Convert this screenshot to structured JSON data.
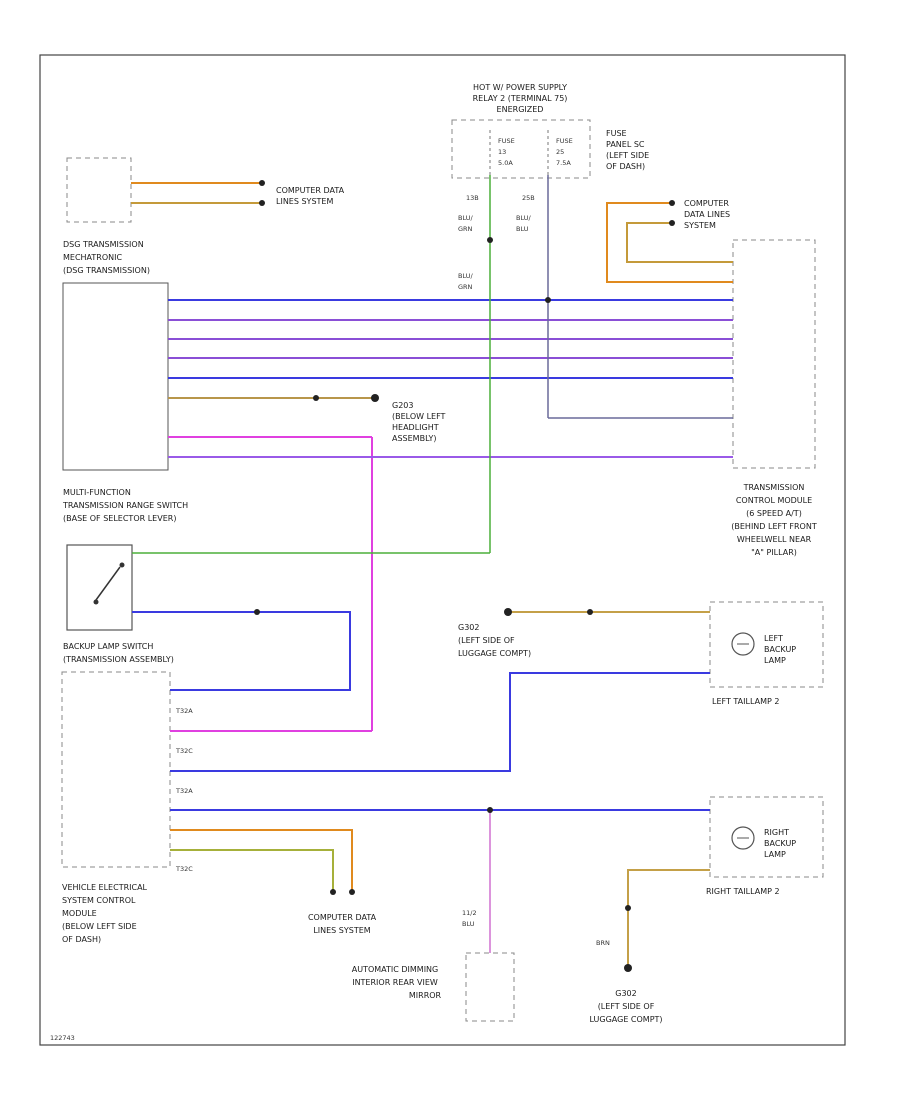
{
  "labels": {
    "power_supply": [
      "HOT W/ POWER SUPPLY",
      "RELAY 2 (TERMINAL 75)",
      "ENERGIZED"
    ],
    "fuse_a": [
      "FUSE",
      "13",
      "5.0A"
    ],
    "fuse_b": [
      "FUSE",
      "25",
      "7.5A"
    ],
    "fuse_panel": [
      "FUSE",
      "PANEL SC",
      "(LEFT SIDE",
      "OF DASH)"
    ],
    "cdls_top_left": [
      "COMPUTER DATA",
      "LINES SYSTEM"
    ],
    "cdls_top_right": [
      "COMPUTER",
      "DATA LINES",
      "SYSTEM"
    ],
    "mechatronic": [
      "DSG TRANSMISSION",
      "MECHATRONIC",
      "(DSG TRANSMISSION)"
    ],
    "ground_g1": [
      "G203",
      "(BELOW LEFT",
      "HEADLIGHT",
      "ASSEMBLY)"
    ],
    "multifunction_switch": [
      "MULTI-FUNCTION",
      "TRANSMISSION RANGE SWITCH",
      "(BASE OF SELECTOR LEVER)"
    ],
    "tcm": [
      "TRANSMISSION",
      "CONTROL MODULE",
      "(6 SPEED A/T)",
      "(BEHIND LEFT FRONT",
      "WHEELWELL NEAR",
      "\"A\" PILLAR)"
    ],
    "backup_switch": [
      "BACKUP LAMP SWITCH",
      "(TRANSMISSION ASSEMBLY)"
    ],
    "ground_g2": [
      "G302",
      "(LEFT SIDE OF",
      "LUGGAGE COMPT)"
    ],
    "left_lamp": [
      "LEFT",
      "BACKUP",
      "LAMP"
    ],
    "left_taillamp": "LEFT TAILLAMP 2",
    "right_lamp": [
      "RIGHT",
      "BACKUP",
      "LAMP"
    ],
    "right_taillamp": "RIGHT TAILLAMP 2",
    "vescm": [
      "VEHICLE ELECTRICAL",
      "SYSTEM CONTROL",
      "MODULE",
      "(BELOW LEFT SIDE",
      "OF DASH)"
    ],
    "cdls_bottom": [
      "COMPUTER DATA",
      "LINES SYSTEM"
    ],
    "mirror": [
      "AUTOMATIC DIMMING",
      "INTERIOR REAR VIEW",
      "MIRROR"
    ],
    "ground_g3": [
      "G302",
      "(LEFT SIDE OF",
      "LUGGAGE COMPT)"
    ],
    "t32a_1": "T32A",
    "t32c_1": "T32C",
    "t32a_2": "T32A",
    "t32c_2": "T32C",
    "footer": "122743"
  },
  "wires": {
    "bu_grn": [
      "BLU/",
      "GRN"
    ],
    "bu_grn_mid": [
      "BLU/",
      "GRN"
    ],
    "bu_blu": [
      "BLU/",
      "BLU"
    ],
    "c13": "13B",
    "c25": "25B",
    "mirror_wire": [
      "11/2",
      "BLU"
    ],
    "brn_vert": "BRN"
  },
  "colors": {
    "blue": "#3a3ae0",
    "purple": "#8a4fd6",
    "magenta": "#e040e0",
    "orange": "#e08a1e",
    "olive": "#a6b03a",
    "green": "#4caf3a",
    "gray": "#6a6a9a",
    "brown": "#b8964a",
    "frame": "#444444"
  }
}
